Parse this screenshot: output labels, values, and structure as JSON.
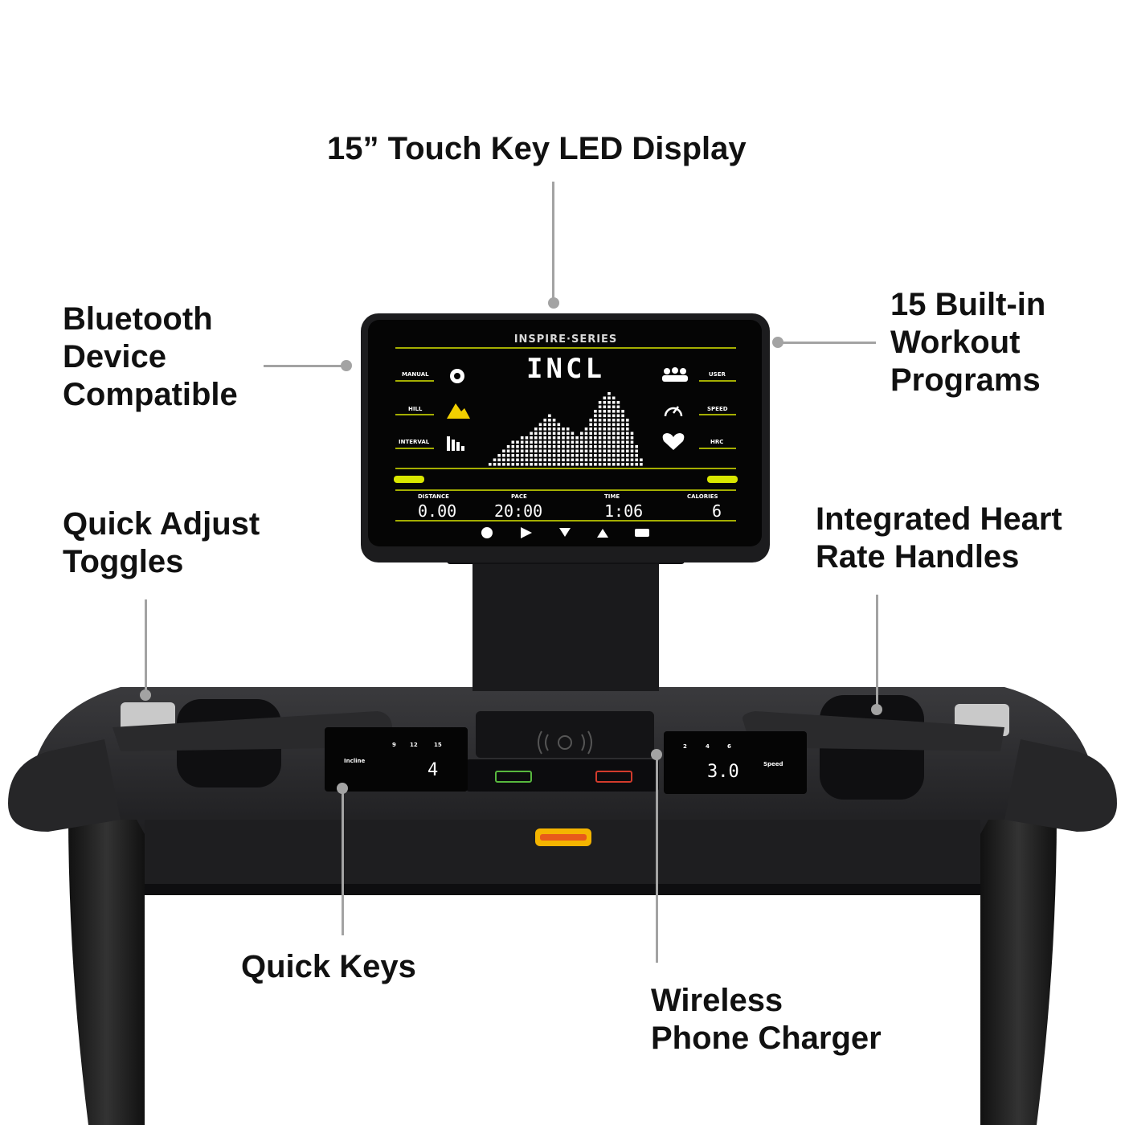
{
  "callouts": {
    "display": "15” Touch Key LED Display",
    "bluetooth": [
      "Bluetooth",
      "Device",
      "Compatible"
    ],
    "programs": [
      "15 Built-in",
      "Workout",
      "Programs"
    ],
    "toggles": [
      "Quick Adjust",
      "Toggles"
    ],
    "heart_rate": [
      "Integrated Heart",
      "Rate Handles"
    ],
    "quick_keys": "Quick Keys",
    "charger": [
      "Wireless",
      "Phone Charger"
    ]
  },
  "console": {
    "brand": "INSPIRE·SERIES",
    "mode_readout": "INCL",
    "left_programs": [
      "MANUAL",
      "HILL",
      "INTERVAL"
    ],
    "right_programs": [
      "USER",
      "SPEED",
      "HRC"
    ],
    "stats": {
      "distance_label": "DISTANCE",
      "distance_value": "0.00",
      "pace_label": "PACE",
      "pace_value": "20:00",
      "time_label": "TIME",
      "time_value": "1:06",
      "calories_label": "CALORIES",
      "calories_value": "6"
    },
    "bottom_keys": [
      "STOP",
      "START",
      "DOWN",
      "UP",
      "MENU"
    ]
  },
  "quick_keys": {
    "incline_label": "Incline",
    "incline_value": "4",
    "incline_keys": [
      "9",
      "12",
      "15"
    ],
    "speed_label": "Speed",
    "speed_value": "3.0",
    "speed_keys": [
      "2",
      "4",
      "6"
    ]
  },
  "colors": {
    "background": "#ffffff",
    "leader_lines": "#a3a3a3",
    "frame": "#1c1c1e",
    "screen": "#050505",
    "accent_yellow": "#d9e600",
    "emergency_key": "#f4b400"
  },
  "icons": [
    "gear-icon",
    "mountain-icon",
    "bar-chart-icon",
    "users-icon",
    "speedometer-icon",
    "heart-icon",
    "wireless-charge-icon"
  ]
}
